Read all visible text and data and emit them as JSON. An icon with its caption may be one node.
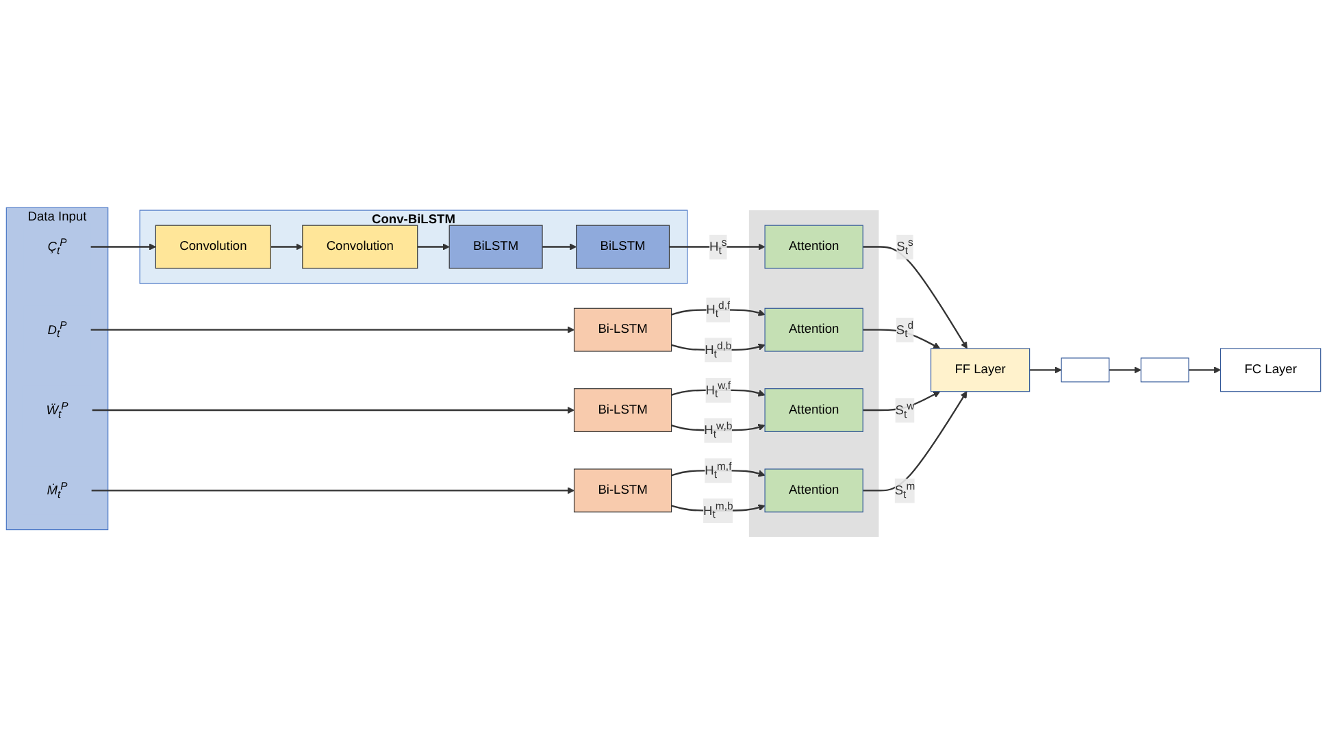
{
  "diagram": {
    "nodes": [
      {
        "text": [
          "Data Input"
        ]
      },
      {
        "text": [
          "Ç$_{t}$$^{P}$"
        ],
        "in": 0
      },
      {
        "text": [
          "D$_{t}$$^{P}$"
        ],
        "in": 0
      },
      {
        "text": [
          "Ẅ$_{t}$$^{P}$"
        ],
        "in": 0
      },
      {
        "text": [
          "Ṁ$_{t}$$^{P}$"
        ],
        "in": 0
      },
      {
        "text": [
          "Conv-BiLSTM"
        ]
      },
      {
        "text": [
          "Convolution"
        ],
        "in": 5
      },
      {
        "text": [
          "Convolution"
        ],
        "in": 5
      },
      {
        "text": [
          "BiLSTM"
        ],
        "in": 5
      },
      {
        "text": [
          "BiLSTM"
        ],
        "in": 5
      },
      {
        "text": [
          "Bi-LSTM"
        ]
      },
      {
        "text": [
          "Bi-LSTM"
        ]
      },
      {
        "text": [
          "Bi-LSTM"
        ]
      },
      {
        "text": [],
        "shape": "box"
      },
      {
        "text": [
          "Attention"
        ],
        "in": 13
      },
      {
        "text": [
          "Attention"
        ],
        "in": 13
      },
      {
        "text": [
          "Attention"
        ],
        "in": 13
      },
      {
        "text": [
          "Attention"
        ],
        "in": 13
      },
      {
        "text": [
          "FF Layer"
        ]
      },
      {
        "text": [],
        "shape": "box"
      },
      {
        "text": [],
        "shape": "box"
      },
      {
        "text": [
          "FC Layer"
        ]
      }
    ],
    "edges": [
      {
        "from": 1,
        "to": 6,
        "arrow": "to"
      },
      {
        "from": 6,
        "to": 7,
        "arrow": "to"
      },
      {
        "from": 7,
        "to": 8,
        "arrow": "to"
      },
      {
        "from": 8,
        "to": 9,
        "arrow": "to"
      },
      {
        "from": 9,
        "to": 14,
        "arrow": "to",
        "label": "H$_{t}$$^{s}$"
      },
      {
        "from": 2,
        "to": 10,
        "arrow": "to"
      },
      {
        "from": 3,
        "to": 11,
        "arrow": "to"
      },
      {
        "from": 4,
        "to": 12,
        "arrow": "to"
      },
      {
        "from": 10,
        "to": 15,
        "arrow": "to",
        "label": "H$_{t}$$^{d,f}$"
      },
      {
        "from": 10,
        "to": 15,
        "arrow": "to",
        "label": "H$_{t}$$^{d,b}$"
      },
      {
        "from": 11,
        "to": 16,
        "arrow": "to",
        "label": "H$_{t}$$^{w,f}$"
      },
      {
        "from": 11,
        "to": 16,
        "arrow": "to",
        "label": "H$_{t}$$^{w,b}$"
      },
      {
        "from": 12,
        "to": 17,
        "arrow": "to",
        "label": "H$_{t}$$^{m,f}$"
      },
      {
        "from": 12,
        "to": 17,
        "arrow": "to",
        "label": "H$_{t}$$^{m,b}$"
      },
      {
        "from": 14,
        "to": 18,
        "arrow": "to",
        "label": "S$_{t}$$^{s}$"
      },
      {
        "from": 15,
        "to": 18,
        "arrow": "to",
        "label": "S$_{t}$$^{d}$"
      },
      {
        "from": 16,
        "to": 18,
        "arrow": "to",
        "label": "S$_{t}$$^{w}$"
      },
      {
        "from": 17,
        "to": 18,
        "arrow": "to",
        "label": "S$_{t}$$^{m}$"
      },
      {
        "from": 18,
        "to": 19,
        "arrow": "to"
      },
      {
        "from": 19,
        "to": 20,
        "arrow": "to"
      },
      {
        "from": 20,
        "to": 21,
        "arrow": "to"
      }
    ]
  }
}
